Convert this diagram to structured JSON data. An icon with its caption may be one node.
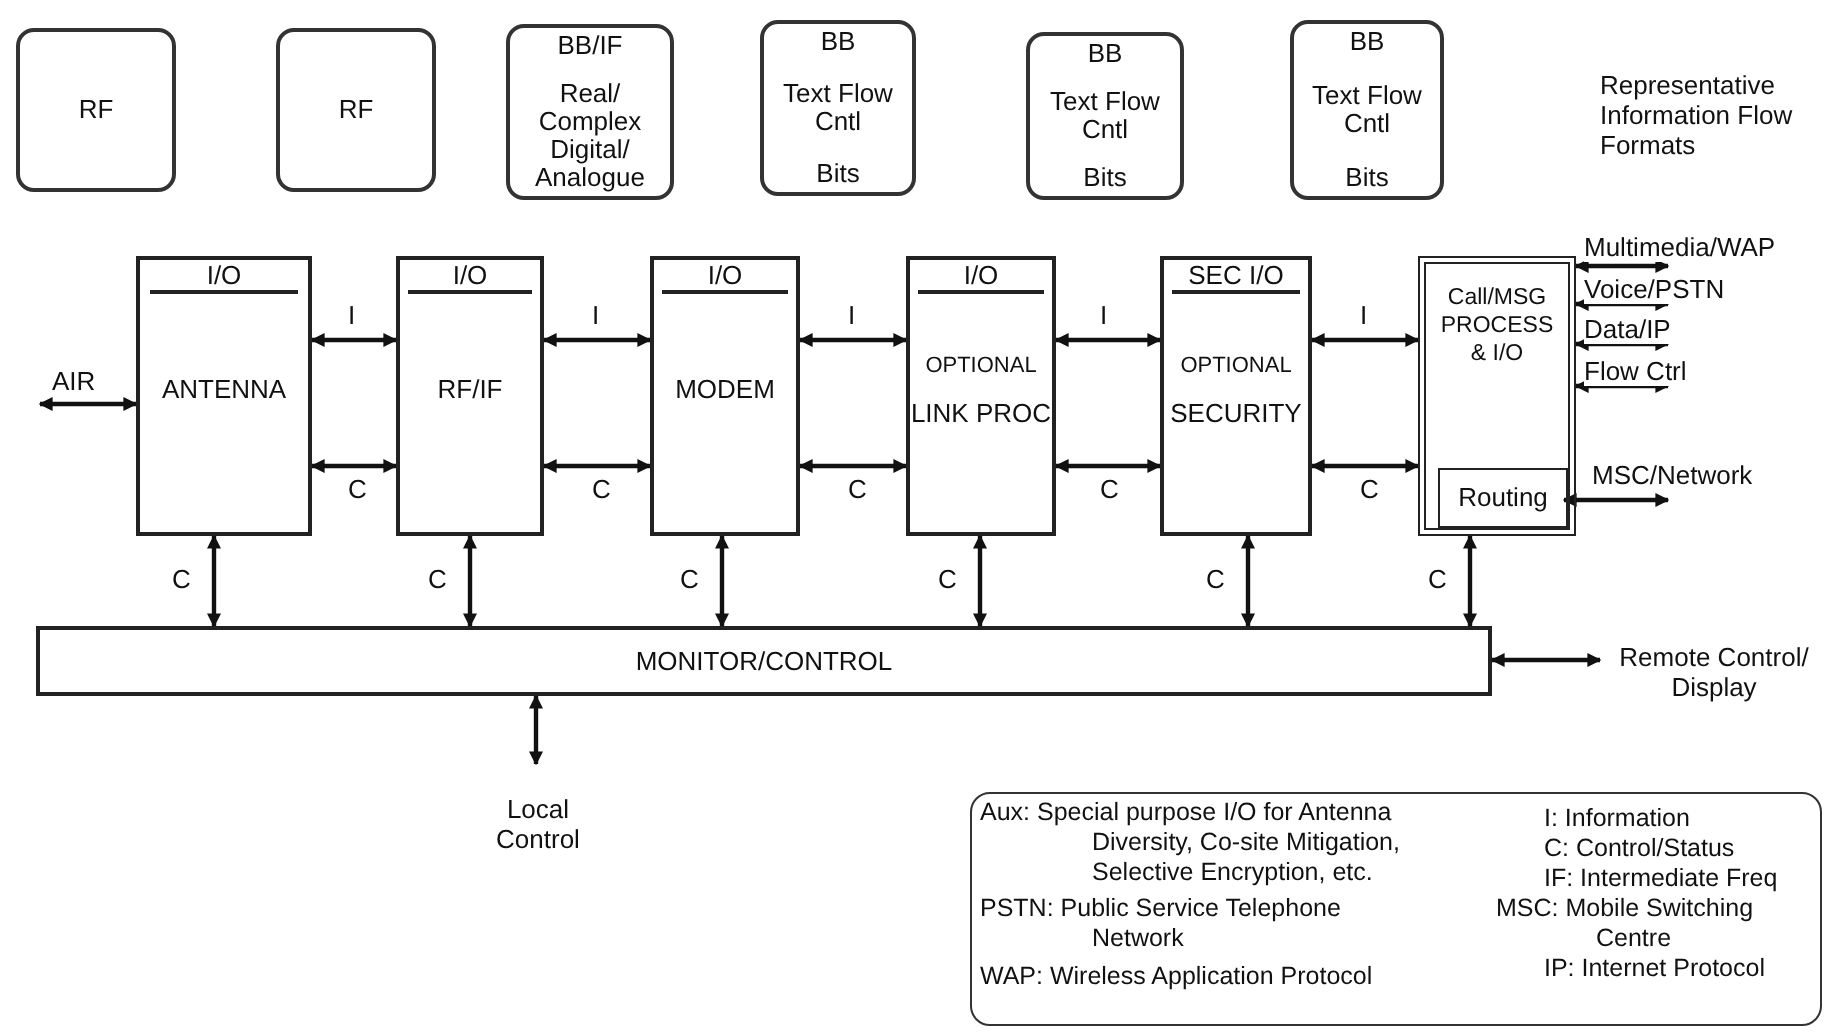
{
  "diagram": {
    "nodes": [
      {
        "text": [
          "RF"
        ]
      },
      {
        "text": [
          "RF"
        ]
      },
      {
        "text": [
          "BB/IF",
          "Real/ Complex Digital/ Analogue"
        ]
      },
      {
        "text": [
          "BB",
          "Text Flow Cntl",
          "Bits"
        ]
      },
      {
        "text": [
          "BB",
          "Text Flow Cntl",
          "Bits"
        ]
      },
      {
        "text": [
          "BB",
          "Text Flow Cntl",
          "Bits"
        ]
      },
      {
        "text": [
          "I/O",
          "ANTENNA"
        ]
      },
      {
        "text": [
          "I/O",
          "RF/IF"
        ]
      },
      {
        "text": [
          "I/O",
          "MODEM"
        ]
      },
      {
        "text": [
          "I/O",
          "OPTIONAL",
          "LINK PROC"
        ]
      },
      {
        "text": [
          "SEC I/O",
          "OPTIONAL",
          "SECURITY"
        ]
      },
      {
        "text": [
          "Call/MSG PROCESS & I/O"
        ]
      },
      {
        "text": [
          "Routing"
        ],
        "in": 11
      },
      {
        "text": [
          "MONITOR/CONTROL"
        ]
      },
      {
        "text": [
          "Aux: Special purpose I/O for Antenna Diversity, Co-site Mitigation, Selective Encryption, etc.",
          "PSTN: Public Service Telephone Network",
          "WAP: Wireless Application Protocol",
          "I: Information",
          "C: Control/Status",
          "IF: Intermediate Freq",
          "MSC: Mobile Switching Centre",
          "IP: Internet Protocol"
        ]
      }
    ],
    "edges": [
      {
        "from": null,
        "to": 6,
        "arrow": "both",
        "label": "AIR"
      },
      {
        "from": 6,
        "to": 7,
        "arrow": "both",
        "label": "I"
      },
      {
        "from": 6,
        "to": 7,
        "arrow": "both",
        "label": "C"
      },
      {
        "from": 7,
        "to": 8,
        "arrow": "both",
        "label": "I"
      },
      {
        "from": 7,
        "to": 8,
        "arrow": "both",
        "label": "C"
      },
      {
        "from": 8,
        "to": 9,
        "arrow": "both",
        "label": "I"
      },
      {
        "from": 8,
        "to": 9,
        "arrow": "both",
        "label": "C"
      },
      {
        "from": 9,
        "to": 10,
        "arrow": "both",
        "label": "I"
      },
      {
        "from": 9,
        "to": 10,
        "arrow": "both",
        "label": "C"
      },
      {
        "from": 10,
        "to": 11,
        "arrow": "both",
        "label": "I"
      },
      {
        "from": 10,
        "to": 11,
        "arrow": "both",
        "label": "C"
      },
      {
        "from": 11,
        "to": null,
        "arrow": "both",
        "label": "Multimedia/WAP"
      },
      {
        "from": 11,
        "to": null,
        "arrow": "both",
        "label": "Voice/PSTN"
      },
      {
        "from": 11,
        "to": null,
        "arrow": "both",
        "label": "Data/IP"
      },
      {
        "from": 11,
        "to": null,
        "arrow": "both",
        "label": "Flow Ctrl"
      },
      {
        "from": 12,
        "to": null,
        "arrow": "both",
        "label": "MSC/Network"
      },
      {
        "from": 6,
        "to": 13,
        "arrow": "both",
        "label": "C"
      },
      {
        "from": 7,
        "to": 13,
        "arrow": "both",
        "label": "C"
      },
      {
        "from": 8,
        "to": 13,
        "arrow": "both",
        "label": "C"
      },
      {
        "from": 9,
        "to": 13,
        "arrow": "both",
        "label": "C"
      },
      {
        "from": 10,
        "to": 13,
        "arrow": "both",
        "label": "C"
      },
      {
        "from": 11,
        "to": 13,
        "arrow": "both",
        "label": "C"
      },
      {
        "from": 13,
        "to": null,
        "arrow": "both",
        "label": "Remote Control/ Display"
      },
      {
        "from": 13,
        "to": null,
        "arrow": "both",
        "label": "Local Control"
      }
    ],
    "labels": [
      "Representative Information Flow Formats"
    ]
  }
}
